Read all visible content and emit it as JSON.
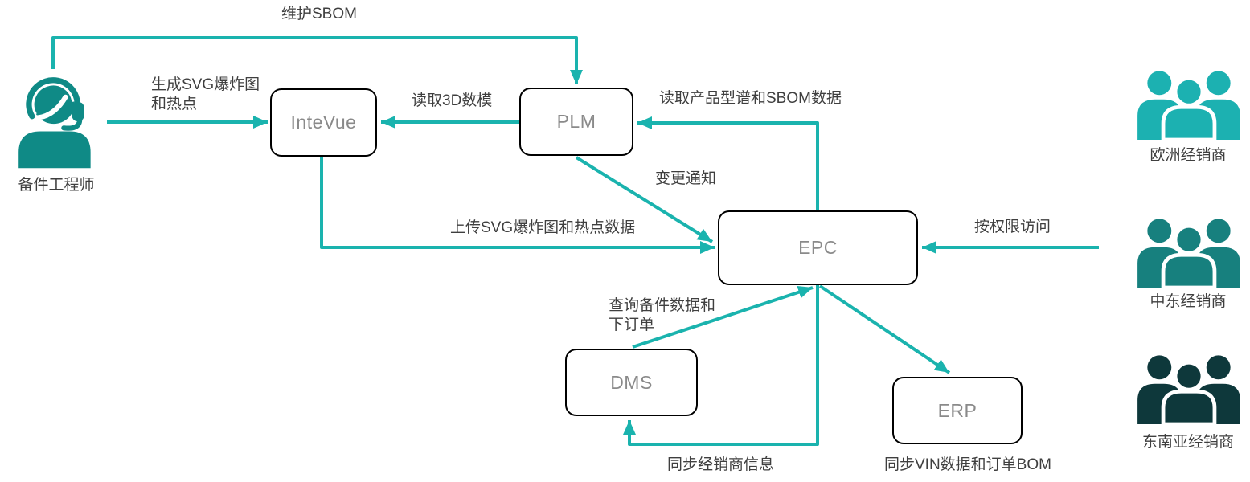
{
  "colors": {
    "arrow": "#1ab3ae",
    "engineer_icon": "#0f8a86",
    "dealer_europe": "#1cb1b1",
    "dealer_middle_east": "#17807e",
    "dealer_southeast_asia": "#0e383b",
    "node_border": "#000000",
    "node_text": "#8a8a8a",
    "label_text": "#3f3f3f"
  },
  "nodes": {
    "intevue": {
      "label": "InteVue"
    },
    "plm": {
      "label": "PLM"
    },
    "epc": {
      "label": "EPC"
    },
    "dms": {
      "label": "DMS"
    },
    "erp": {
      "label": "ERP"
    }
  },
  "actors": {
    "engineer": {
      "label": "备件工程师"
    },
    "europe": {
      "label": "欧洲经销商"
    },
    "middle_east": {
      "label": "中东经销商"
    },
    "southeast_asia": {
      "label": "东南亚经销商"
    }
  },
  "edges": {
    "maintain_sbom": {
      "label": "维护SBOM",
      "from": "备件工程师",
      "to": "PLM"
    },
    "generate_svg": {
      "label": "生成SVG爆炸图\n和热点",
      "from": "备件工程师",
      "to": "InteVue"
    },
    "read_3d": {
      "label": "读取3D数模",
      "from": "PLM",
      "to": "InteVue"
    },
    "read_spectrum": {
      "label": "读取产品型谱和SBOM数据",
      "from": "EPC",
      "to": "PLM"
    },
    "change_notice": {
      "label": "变更通知",
      "from": "PLM",
      "to": "EPC"
    },
    "upload_svg": {
      "label": "上传SVG爆炸图和热点数据",
      "from": "InteVue",
      "to": "EPC"
    },
    "access_by_permission": {
      "label": "按权限访问",
      "from": "中东经销商",
      "to": "EPC"
    },
    "query_parts": {
      "label": "查询备件数据和\n下订单",
      "from": "DMS",
      "to": "EPC"
    },
    "sync_dealer_info": {
      "label": "同步经销商信息",
      "from": "EPC",
      "to": "DMS"
    },
    "sync_vin": {
      "label": "同步VIN数据和订单BOM",
      "from": "EPC",
      "to": "ERP"
    }
  }
}
